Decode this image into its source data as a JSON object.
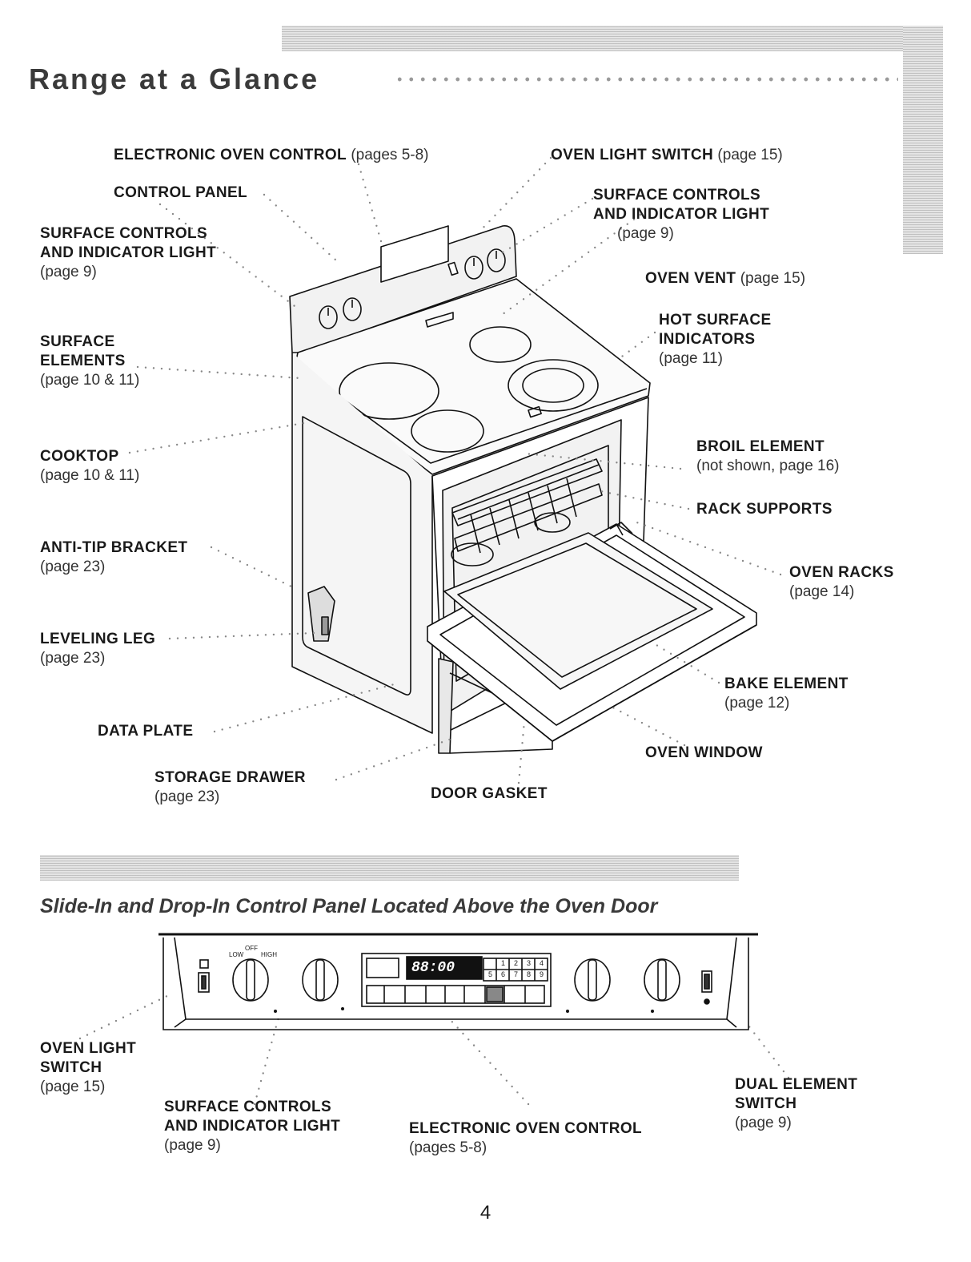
{
  "title": "Range at a Glance",
  "section_title": "Slide-In and Drop-In Control Panel Located Above the Oven Door",
  "page_number": "4",
  "range_labels": {
    "electronic_oven_control": {
      "name": "ELECTRONIC OVEN CONTROL",
      "ref": "(pages 5-8)"
    },
    "control_panel": {
      "name": "CONTROL PANEL"
    },
    "surface_controls_left": {
      "line1": "SURFACE CONTROLS",
      "line2": "AND INDICATOR LIGHT",
      "ref": "(page 9)"
    },
    "surface_elements": {
      "line1": "SURFACE",
      "line2": "ELEMENTS",
      "ref": "(page 10 & 11)"
    },
    "cooktop": {
      "name": "COOKTOP",
      "ref": "(page 10 & 11)"
    },
    "anti_tip_bracket": {
      "name": "ANTI-TIP BRACKET",
      "ref": "(page 23)"
    },
    "leveling_leg": {
      "name": "LEVELING LEG",
      "ref": "(page 23)"
    },
    "data_plate": {
      "name": "DATA PLATE"
    },
    "storage_drawer": {
      "name": "STORAGE DRAWER",
      "ref": "(page 23)"
    },
    "door_gasket": {
      "name": "DOOR GASKET"
    },
    "oven_light_switch": {
      "name": "OVEN LIGHT SWITCH",
      "ref": "(page 15)"
    },
    "surface_controls_right": {
      "line1": "SURFACE CONTROLS",
      "line2": "AND INDICATOR LIGHT",
      "ref": "(page 9)"
    },
    "oven_vent": {
      "name": "OVEN VENT",
      "ref": "(page 15)"
    },
    "hot_surface_indicators": {
      "line1": "HOT SURFACE",
      "line2": "INDICATORS",
      "ref": "(page 11)"
    },
    "broil_element": {
      "name": "BROIL ELEMENT",
      "ref": "(not shown, page 16)"
    },
    "rack_supports": {
      "name": "RACK SUPPORTS"
    },
    "oven_racks": {
      "name": "OVEN RACKS",
      "ref": "(page 14)"
    },
    "bake_element": {
      "name": "BAKE ELEMENT",
      "ref": "(page 12)"
    },
    "oven_window": {
      "name": "OVEN WINDOW"
    }
  },
  "panel_labels": {
    "oven_light_switch": {
      "line1": "OVEN LIGHT",
      "line2": "SWITCH",
      "ref": "(page 15)"
    },
    "surface_controls": {
      "line1": "SURFACE CONTROLS",
      "line2": "AND INDICATOR LIGHT",
      "ref": "(page 9)"
    },
    "electronic_oven_control": {
      "name": "ELECTRONIC OVEN CONTROL",
      "ref": "(pages 5-8)"
    },
    "dual_element_switch": {
      "line1": "DUAL ELEMENT",
      "line2": "SWITCH",
      "ref": "(page 9)"
    }
  },
  "knob_marks": {
    "low": "LOW",
    "off": "OFF",
    "high": "HIGH"
  },
  "display": {
    "time": "88:00",
    "digits": [
      "1",
      "2",
      "3",
      "4",
      "5",
      "6",
      "7",
      "8",
      "9"
    ]
  }
}
